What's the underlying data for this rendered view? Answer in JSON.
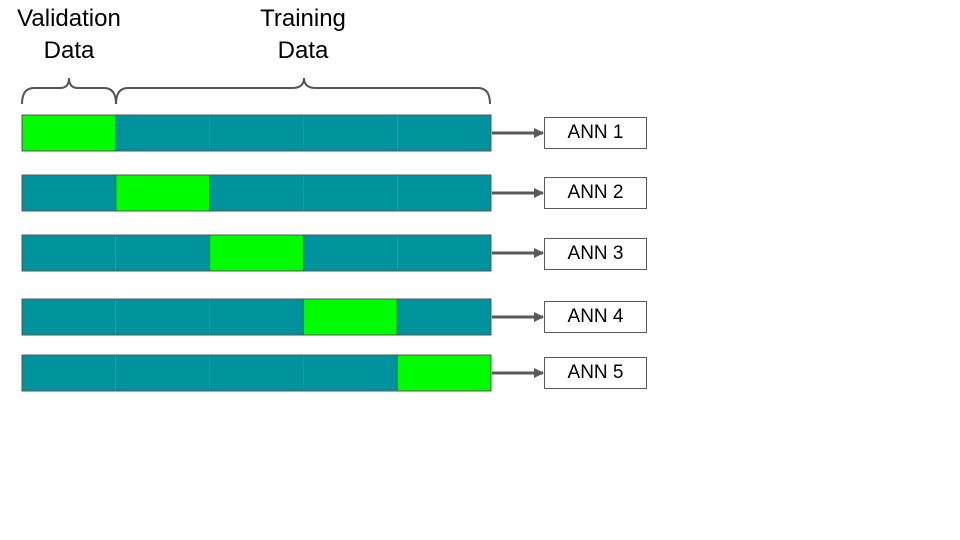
{
  "headers": {
    "validation_line1": "Validation",
    "validation_line2": "Data",
    "training_line1": "Training",
    "training_line2": "Data"
  },
  "colors": {
    "training": "#00939e",
    "validation": "#00fc00",
    "segment_border": "#555555",
    "arrow": "#595959",
    "brace": "#555555"
  },
  "folds": {
    "count": 5,
    "rows": [
      {
        "model_label": "ANN 1",
        "validation_fold": 1
      },
      {
        "model_label": "ANN 2",
        "validation_fold": 2
      },
      {
        "model_label": "ANN 3",
        "validation_fold": 3
      },
      {
        "model_label": "ANN 4",
        "validation_fold": 4
      },
      {
        "model_label": "ANN 5",
        "validation_fold": 5
      }
    ]
  }
}
